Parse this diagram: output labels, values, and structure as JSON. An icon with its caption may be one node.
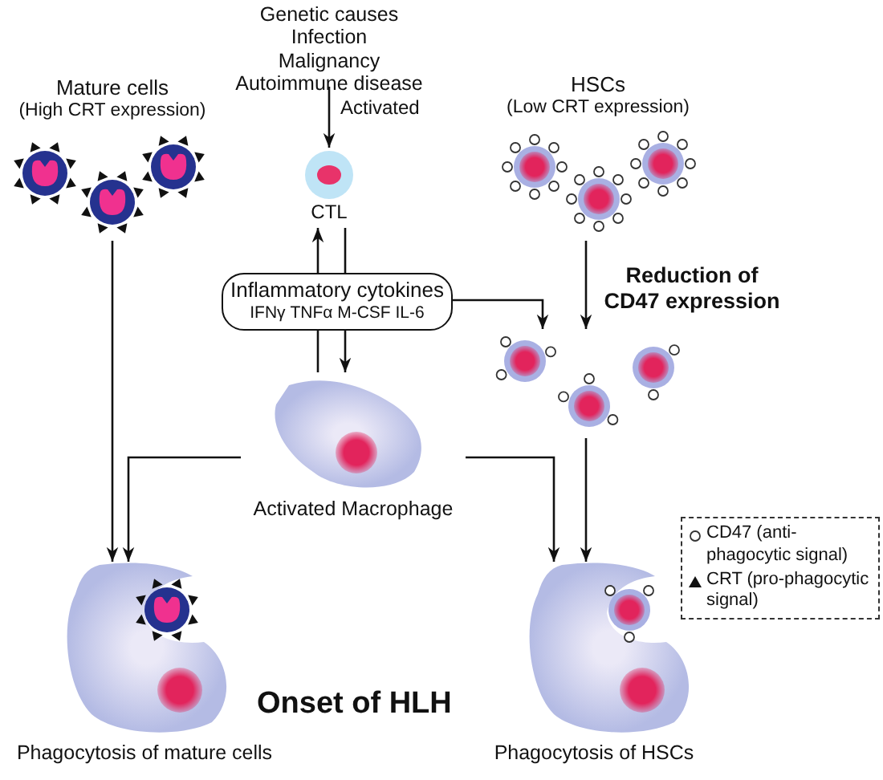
{
  "diagram": {
    "nodes": [
      {
        "text": [
          "Genetic causes",
          "Infection",
          "Malignancy",
          "Autoimmune disease"
        ]
      },
      {
        "text": [
          "Mature cells",
          "(High CRT expression)"
        ]
      },
      {
        "text": [
          "CTL"
        ]
      },
      {
        "text": [
          "HSCs",
          "(Low CRT expression)"
        ]
      },
      {
        "text": [
          "Inflammatory cytokines",
          "IFNγ TNFα M-CSF IL-6"
        ]
      },
      {
        "text": [],
        "shape": "picture"
      },
      {
        "text": [
          "Activated Macrophage"
        ]
      },
      {
        "text": [
          "Phagocytosis of mature cells"
        ]
      },
      {
        "text": [
          "Phagocytosis of HSCs"
        ]
      }
    ],
    "edges": [
      {
        "from": 0,
        "to": 2,
        "arrow": "to",
        "label": "Activated"
      },
      {
        "from": 6,
        "to": 4,
        "arrow": "none"
      },
      {
        "from": 4,
        "to": 2,
        "arrow": "to"
      },
      {
        "from": 2,
        "to": 4,
        "arrow": "none"
      },
      {
        "from": 4,
        "to": 6,
        "arrow": "to"
      },
      {
        "from": 4,
        "to": 5,
        "arrow": "to"
      },
      {
        "from": 3,
        "to": 5,
        "arrow": "to",
        "label": "Reduction of CD47 expression"
      },
      {
        "from": 6,
        "to": 7,
        "arrow": "to"
      },
      {
        "from": 6,
        "to": 8,
        "arrow": "to"
      },
      {
        "from": 1,
        "to": 7,
        "arrow": "to"
      },
      {
        "from": 5,
        "to": 8,
        "arrow": "to"
      }
    ],
    "labels": [
      "Onset of HLH"
    ],
    "legend": [
      {
        "text": "CD47 (anti-phagocytic signal)"
      },
      {
        "text": "CRT (pro-phagocytic signal)"
      }
    ]
  }
}
